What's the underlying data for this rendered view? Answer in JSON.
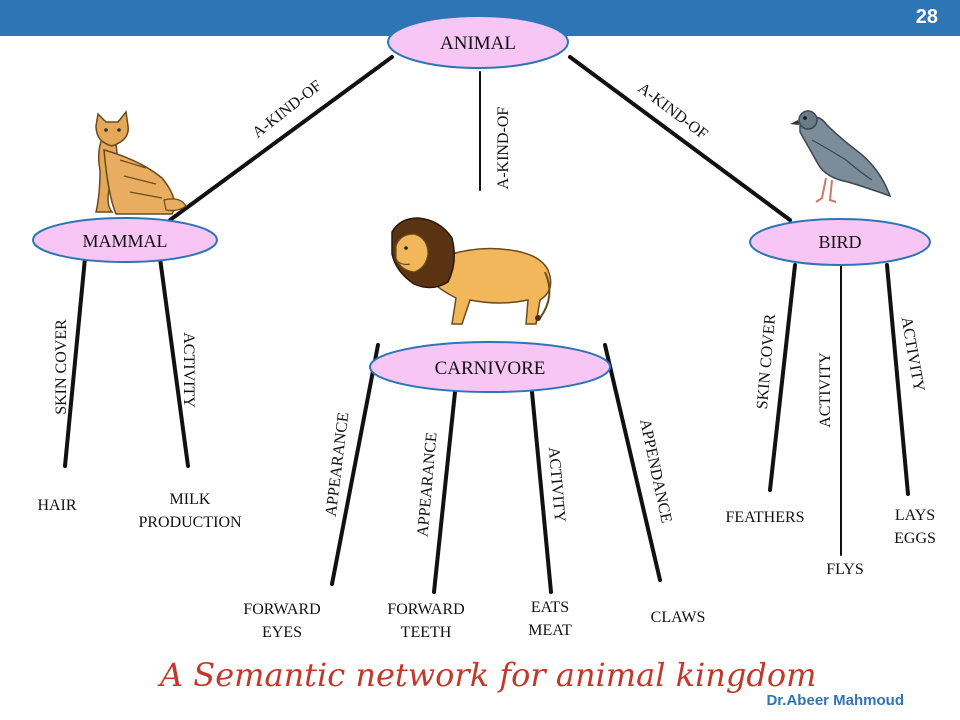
{
  "slide_number": "28",
  "nodes": {
    "animal": "ANIMAL",
    "mammal": "MAMMAL",
    "bird": "BIRD",
    "carnivore": "CARNIVORE"
  },
  "edges": {
    "animal_mammal": "A-KIND-OF",
    "animal_carnivore": "A-KIND-OF",
    "animal_bird": "A-KIND-OF",
    "mammal_skin": "SKIN COVER",
    "mammal_activity": "ACTIVITY",
    "carn_appearance_1": "APPEARANCE",
    "carn_appearance_2": "APPEARANCE",
    "carn_activity": "ACTIVITY",
    "carn_appendance": "APPENDANCE",
    "bird_skin": "SKIN COVER",
    "bird_activity_1": "ACTIVITY",
    "bird_activity_2": "ACTIVITY"
  },
  "leaves": {
    "hair": "HAIR",
    "milk": "MILK\nPRODUCTION",
    "forward_eyes": "FORWARD\nEYES",
    "forward_teeth": "FORWARD\nTEETH",
    "eats_meat": "EATS\nMEAT",
    "claws": "CLAWS",
    "feathers": "FEATHERS",
    "flys": "FLYS",
    "lays_eggs": "LAYS\nEGGS"
  },
  "title": "A Semantic network for animal kingdom",
  "author": "Dr.Abeer Mahmoud",
  "colors": {
    "accent": "#2e75b6",
    "node_fill": "#f7c6f4",
    "node_stroke": "#2e75b6",
    "title": "#c0392b"
  },
  "illustrations": [
    "cat",
    "lion",
    "pigeon"
  ]
}
